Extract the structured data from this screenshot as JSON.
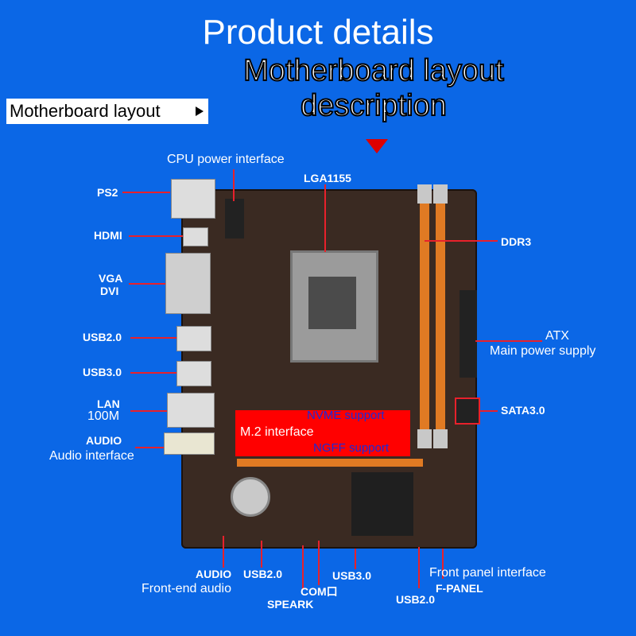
{
  "header": {
    "title": "Product details",
    "subtitle_line1": "Motherboard layout",
    "subtitle_line2": "description"
  },
  "tag": {
    "label": "Motherboard layout"
  },
  "labels": {
    "cpu_power": "CPU power interface",
    "lga": "LGA1155",
    "ps2": "PS2",
    "hdmi": "HDMI",
    "vga": "VGA",
    "dvi": "DVI",
    "ddr3": "DDR3",
    "usb20_left": "USB2.0",
    "usb30_left": "USB3.0",
    "atx_1": "ATX",
    "atx_2": "Main power supply",
    "lan": "LAN",
    "lan_speed": "100M",
    "sata": "SATA3.0",
    "nvme": "NVME support",
    "m2": "M.2 interface",
    "ngff": "NGFF support",
    "audio": "AUDIO",
    "audio_interface": "Audio interface",
    "audio_bottom": "AUDIO",
    "front_audio": "Front-end audio",
    "usb20_bottom": "USB2.0",
    "com": "COM口",
    "speark": "SPEARK",
    "usb30_bottom": "USB3.0",
    "front_panel": "Front panel interface",
    "fpanel": "F-PANEL",
    "usb20_bottom2": "USB2.0"
  },
  "colors": {
    "background": "#0b67e6",
    "callout": "#e8212b",
    "m2_highlight": "#ff0000",
    "m2_support_text": "#1a2bd8",
    "ram_slot": "#e07a23"
  }
}
